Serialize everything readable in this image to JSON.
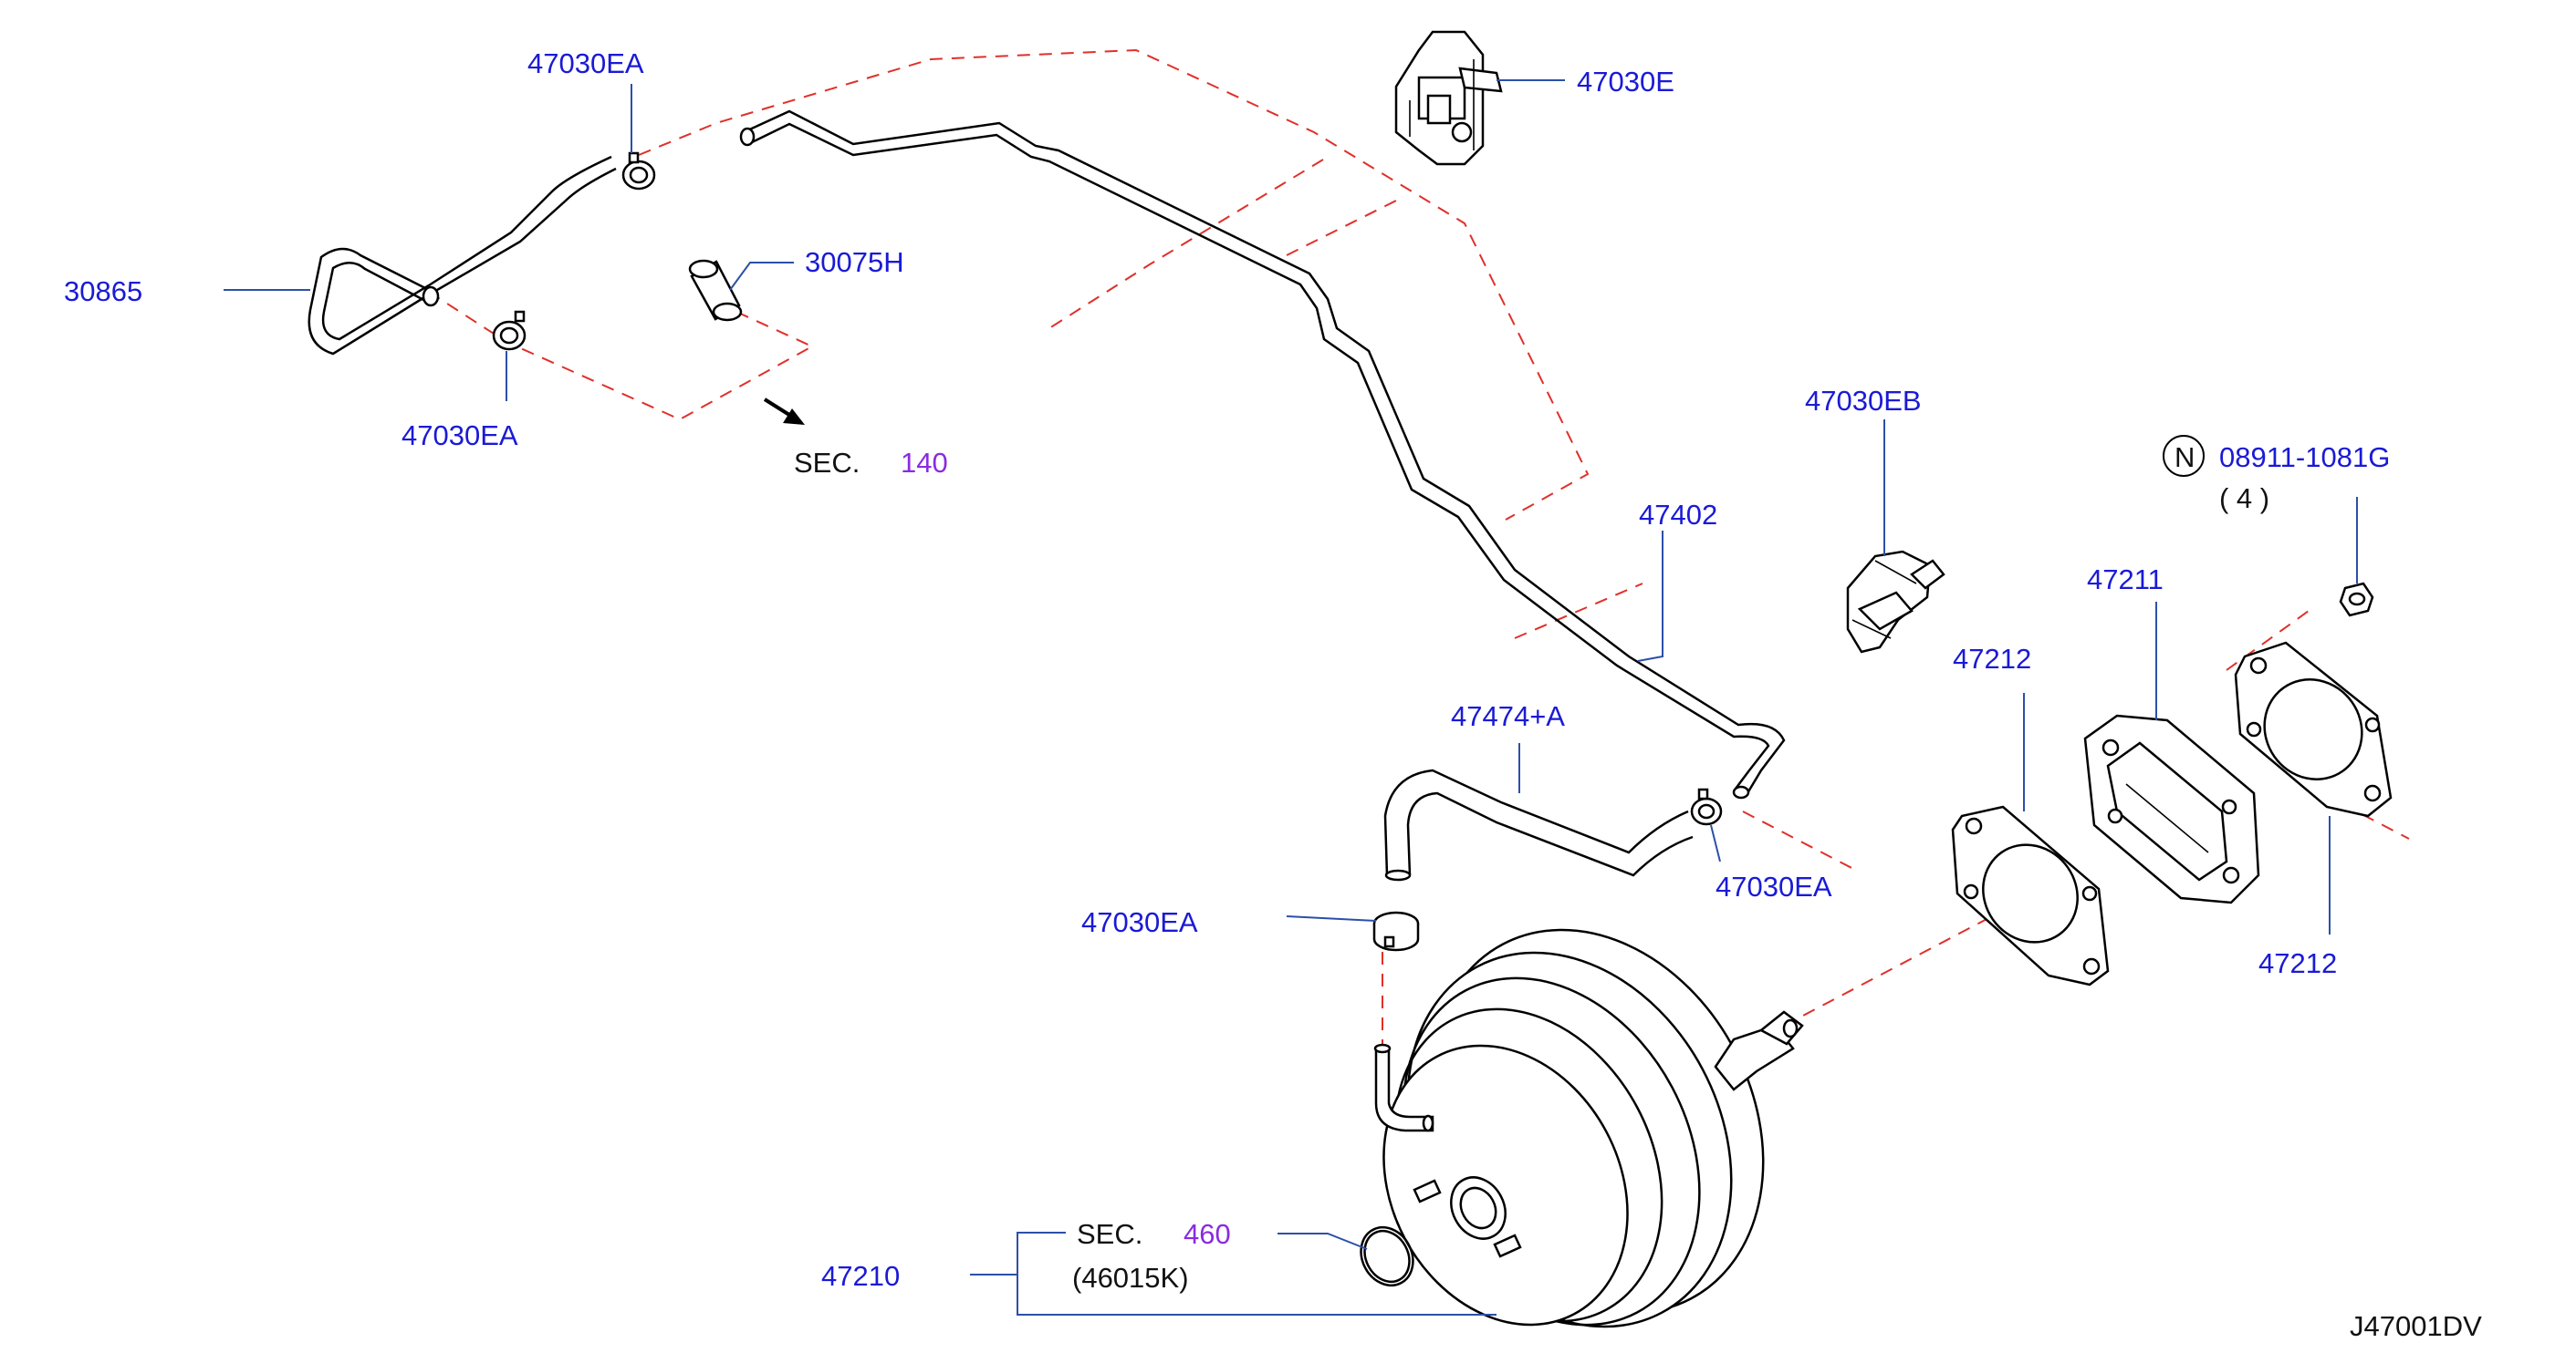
{
  "labels": {
    "p30865": "30865",
    "p47030EA_top": "47030EA",
    "p47030EA_left": "47030EA",
    "p47030E": "47030E",
    "p30075H": "30075H",
    "sec140_prefix": "SEC.",
    "sec140_num": "140",
    "p47030EB": "47030EB",
    "p08911": "08911-1081G",
    "p08911_qty": "( 4 )",
    "n_symbol": "N",
    "p47402": "47402",
    "p47211": "47211",
    "p47212_top": "47212",
    "p47474A": "47474+A",
    "p47030EA_mid": "47030EA",
    "p47030EA_low": "47030EA",
    "p47212_bottom": "47212",
    "sec460_prefix": "SEC.",
    "sec460_num": "460",
    "p46015K": "(46015K)",
    "p47210": "47210",
    "diagram_code": "J47001DV"
  },
  "colors": {
    "label": "#1a1ad6",
    "section_number": "#8a2be2",
    "leader": "#2b50a8",
    "dashed_guide": "#e0302a",
    "outline": "#000000"
  }
}
